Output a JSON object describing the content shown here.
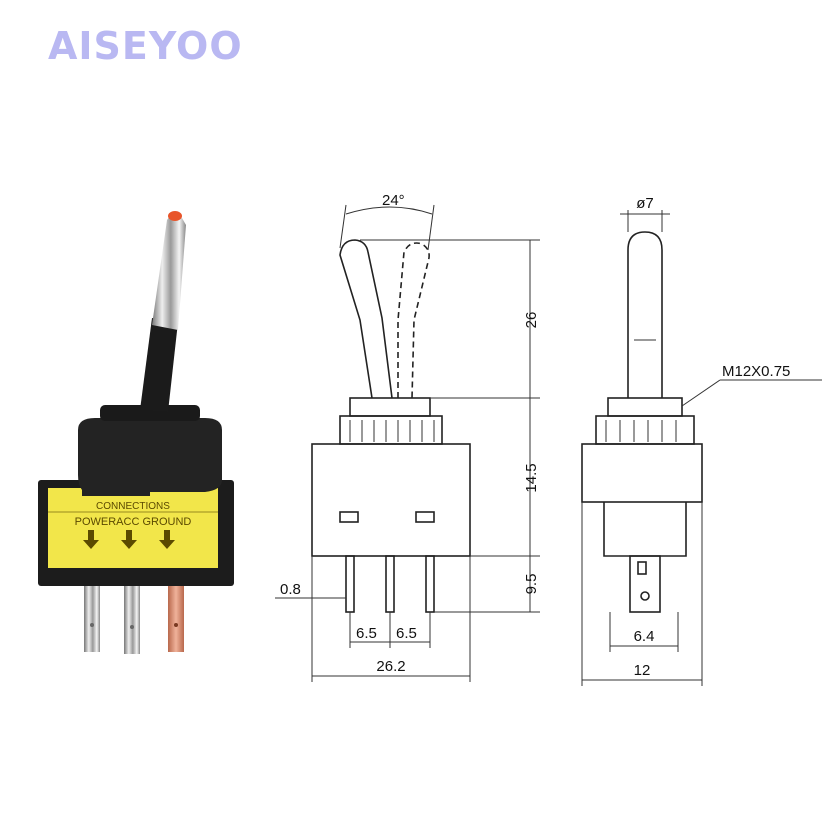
{
  "brand": {
    "logo_text": "AISEYOO"
  },
  "product_photo": {
    "label_heading": "CONNECTIONS",
    "label_terminals": "POWERACC GROUND",
    "colors": {
      "label": "#f2e64a",
      "body": "#1c1c1c",
      "led": "#e8552a",
      "chrome": "#c9c9c9",
      "copper": "#d9876a"
    }
  },
  "drawing": {
    "front_view": {
      "angle": "24°",
      "height_lever": "26",
      "height_body": "14.5",
      "height_terminal": "9.5",
      "terminal_thickness": "0.8",
      "pitch_left": "6.5",
      "pitch_right": "6.5",
      "total_width": "26.2"
    },
    "side_view": {
      "lever_diameter": "ø7",
      "thread": "M12X0.75",
      "terminal_width": "6.4",
      "body_width": "12"
    }
  }
}
